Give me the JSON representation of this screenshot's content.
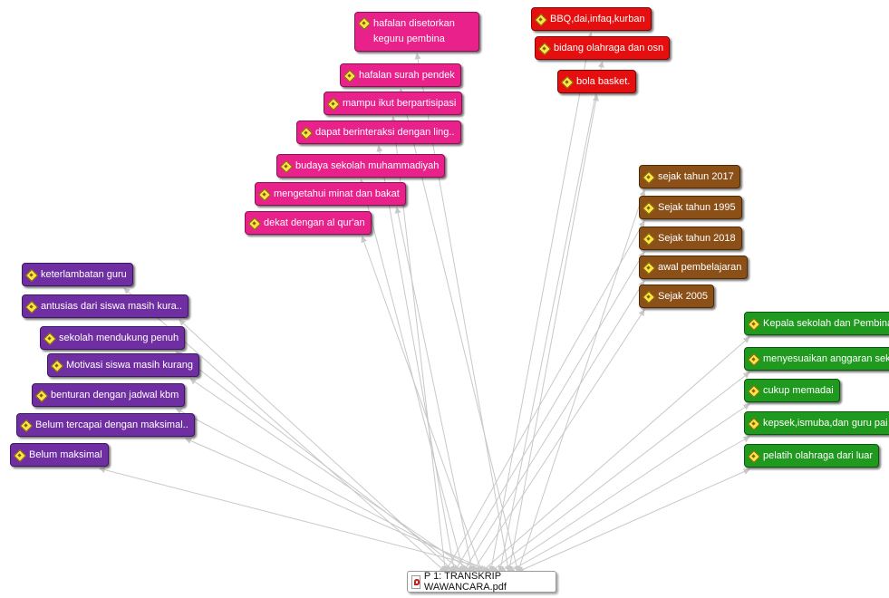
{
  "document": {
    "label": "P 1: TRANSKRIP WAWANCARA.pdf",
    "icon": "pdf-icon"
  },
  "colors": {
    "purple": "#6f2fa2",
    "pink": "#e8218b",
    "red": "#e60f0f",
    "brown": "#8b5018",
    "green": "#1f9a1f",
    "link": "#c8c8c8"
  },
  "groups": {
    "purple": [
      "keterlambatan guru",
      "antusias dari siswa masih kura..",
      "sekolah mendukung penuh",
      "Motivasi siswa masih kurang",
      "benturan dengan jadwal kbm",
      "Belum tercapai dengan maksimal..",
      "Belum maksimal"
    ],
    "pink": [
      "hafalan disetorkan keguru pembina",
      "hafalan surah pendek",
      "mampu ikut berpartisipasi",
      "dapat berinteraksi dengan ling..",
      "budaya sekolah muhammadiyah",
      "mengetahui minat dan bakat",
      "dekat dengan al qur'an"
    ],
    "red": [
      "BBQ,dai,infaq,kurban",
      "bidang olahraga dan osn",
      "bola basket."
    ],
    "brown": [
      "sejak tahun 2017",
      "Sejak tahun 1995",
      "Sejak tahun 2018",
      "awal pembelajaran",
      "Sejak 2005"
    ],
    "green": [
      "Kepala sekolah dan Pembina roh..",
      "menyesuaikan anggaran sekolah",
      "cukup memadai",
      "kepsek,ismuba,dan guru pai",
      "pelatih olahraga dari luar"
    ]
  },
  "code_icon": "code-diamond-icon"
}
